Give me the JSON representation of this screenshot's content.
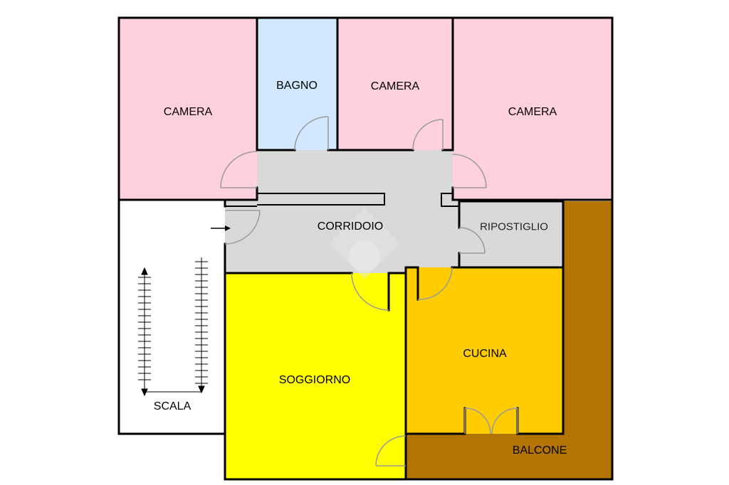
{
  "colors": {
    "camera": "#ffd1dc",
    "bagno": "#d2e8ff",
    "corridoio": "#d9d9d9",
    "ripostiglio": "#d9d9d9",
    "soggiorno": "#ffff00",
    "cucina": "#ffcc00",
    "balcone": "#b47400",
    "scala": "#ffffff",
    "wall": "#000000",
    "door": "#9a9a9a"
  },
  "rooms": {
    "camera_left": {
      "label": "CAMERA"
    },
    "bagno": {
      "label": "BAGNO"
    },
    "camera_mid": {
      "label": "CAMERA"
    },
    "camera_right": {
      "label": "CAMERA"
    },
    "corridoio": {
      "label": "CORRIDOIO"
    },
    "ripostiglio": {
      "label": "RIPOSTIGLIO"
    },
    "soggiorno": {
      "label": "SOGGIORNO"
    },
    "cucina": {
      "label": "CUCINA"
    },
    "balcone": {
      "label": "BALCONE"
    },
    "scala": {
      "label": "SCALA"
    }
  }
}
